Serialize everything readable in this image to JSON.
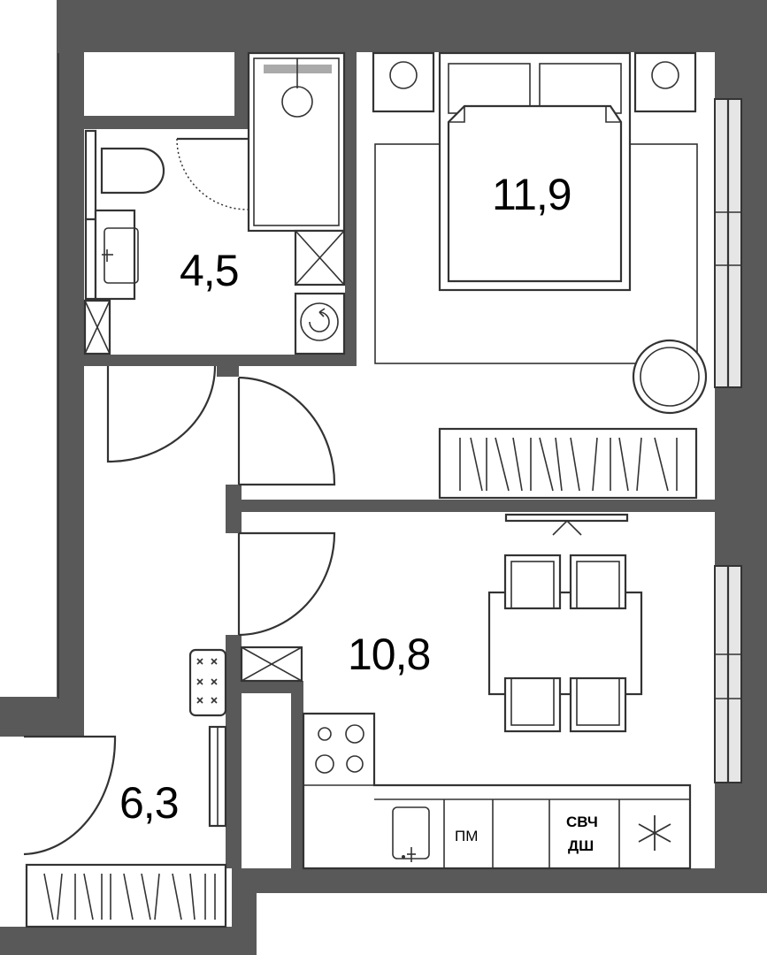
{
  "rooms": [
    {
      "id": "bathroom",
      "area": "4,5"
    },
    {
      "id": "bedroom",
      "area": "11,9"
    },
    {
      "id": "kitchen-living",
      "area": "10,8"
    },
    {
      "id": "hallway",
      "area": "6,3"
    }
  ],
  "kitchen_appliances": {
    "dishwasher": "ПМ",
    "microwave_line1": "СВЧ",
    "microwave_line2": "ДШ"
  },
  "colors": {
    "wall": "#595959",
    "line": "#333333",
    "window_fill": "#e6e6e6"
  }
}
